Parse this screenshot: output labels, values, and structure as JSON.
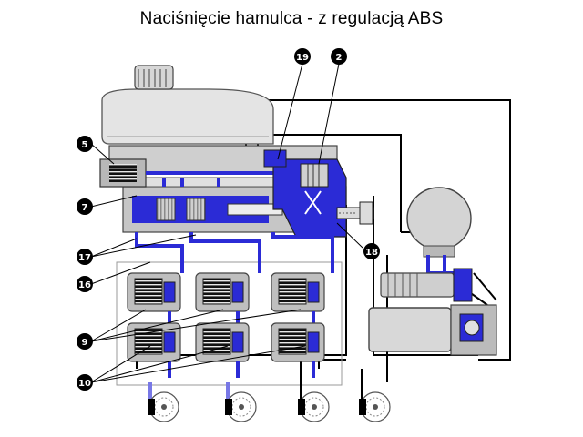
{
  "title": "Naciśnięcie hamulca - z regulacją ABS",
  "callouts": [
    {
      "id": "19",
      "label": "19"
    },
    {
      "id": "2",
      "label": "2"
    },
    {
      "id": "5",
      "label": "5"
    },
    {
      "id": "7",
      "label": "7"
    },
    {
      "id": "17",
      "label": "17"
    },
    {
      "id": "18",
      "label": "18"
    },
    {
      "id": "16",
      "label": "16"
    },
    {
      "id": "9",
      "label": "9"
    },
    {
      "id": "10",
      "label": "10"
    }
  ],
  "colors": {
    "fluid": "#2b2bd6",
    "fluid_light": "#7878e6",
    "line": "#000000",
    "housing": "#bfbfbf",
    "housing_dark": "#8a8a8a",
    "reservoir": "#e4e4e4",
    "background": "#ffffff"
  }
}
